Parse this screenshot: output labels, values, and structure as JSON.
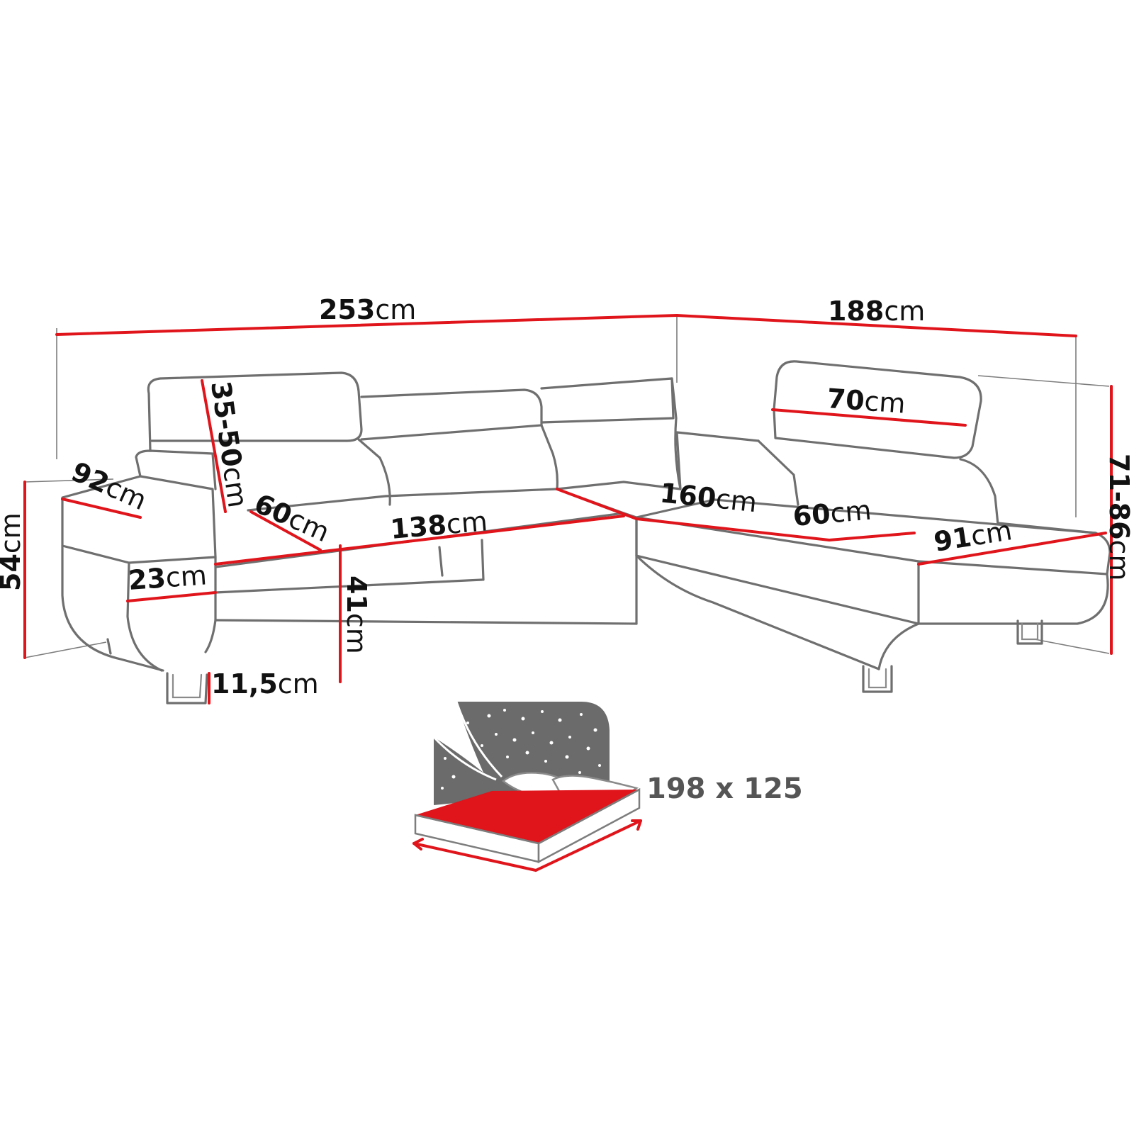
{
  "dimensions": [
    {
      "id": "total-width-left",
      "value": "253",
      "unit": "cm"
    },
    {
      "id": "total-width-right",
      "value": "188",
      "unit": "cm"
    },
    {
      "id": "headrest-height",
      "value": "35-50",
      "unit": "cm"
    },
    {
      "id": "headrest-width",
      "value": "70",
      "unit": "cm"
    },
    {
      "id": "armrest-depth",
      "value": "92",
      "unit": "cm"
    },
    {
      "id": "seat-depth-left",
      "value": "60",
      "unit": "cm"
    },
    {
      "id": "seat-width-left",
      "value": "138",
      "unit": "cm"
    },
    {
      "id": "seat-width-corner",
      "value": "160",
      "unit": "cm"
    },
    {
      "id": "seat-depth-right",
      "value": "60",
      "unit": "cm"
    },
    {
      "id": "chaise-width",
      "value": "91",
      "unit": "cm"
    },
    {
      "id": "back-height",
      "value": "71-86",
      "unit": "cm"
    },
    {
      "id": "arm-height",
      "value": "54",
      "unit": "cm"
    },
    {
      "id": "arm-width",
      "value": "23",
      "unit": "cm"
    },
    {
      "id": "seat-height",
      "value": "41",
      "unit": "cm"
    },
    {
      "id": "leg-height",
      "value": "11,5",
      "unit": "cm"
    }
  ],
  "bed": {
    "size_label": "198 x 125",
    "icon": "sleeping-bed-icon",
    "colors": {
      "mattress": "#e0141b",
      "night": "#6b6b6b"
    }
  },
  "colors": {
    "dimension_line": "#e0141b",
    "outline": "#6f6f6f"
  }
}
